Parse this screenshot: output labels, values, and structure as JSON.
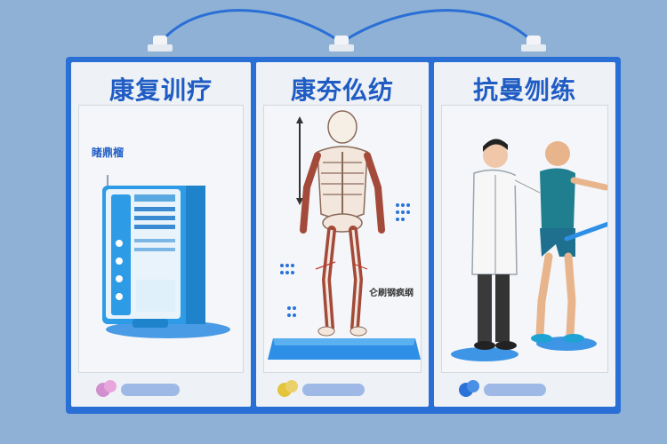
{
  "panels": [
    {
      "title": "康复训疗",
      "caption_label": "",
      "blob_color": "#d08fcf"
    },
    {
      "title": "康夯仫纺",
      "caption_label": "",
      "blob_color": "#e3c43a"
    },
    {
      "title": "抗曼刎练",
      "caption_label": "",
      "blob_color": "#2a72d8"
    }
  ],
  "panel1": {
    "device_label": "睹鼎榴"
  },
  "panel2": {
    "muscle_label": "仑刷钢疯纲"
  },
  "colors": {
    "frame": "#2a6fd6",
    "title": "#1f5cc4",
    "background": "#8fb1d6"
  }
}
